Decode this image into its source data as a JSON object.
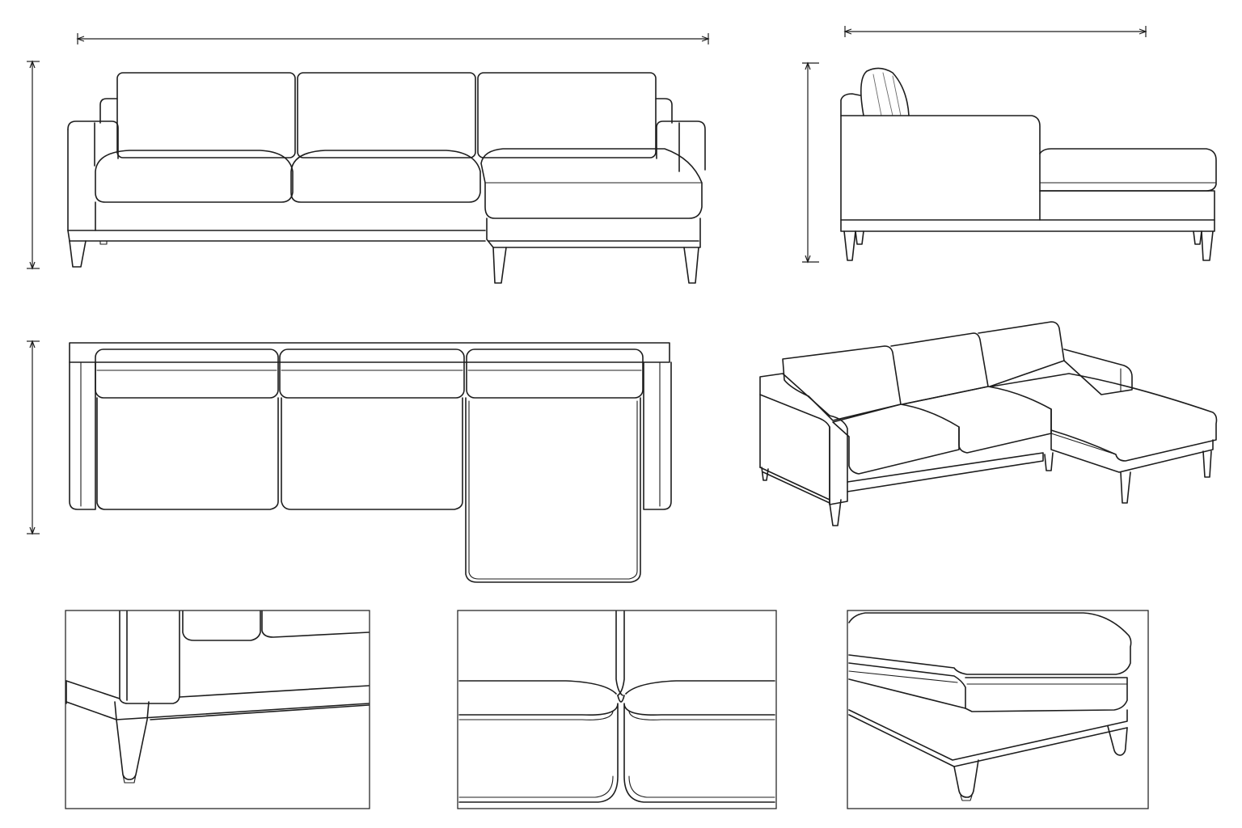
{
  "drawing": {
    "line_color": "#1d1d1d",
    "background": "#ffffff",
    "views": [
      "front-view",
      "side-view",
      "top-view",
      "perspective-view"
    ],
    "details": [
      "leg-detail",
      "seam-detail",
      "chaise-detail"
    ],
    "dimension_lines": [
      "width",
      "height",
      "depth"
    ]
  }
}
